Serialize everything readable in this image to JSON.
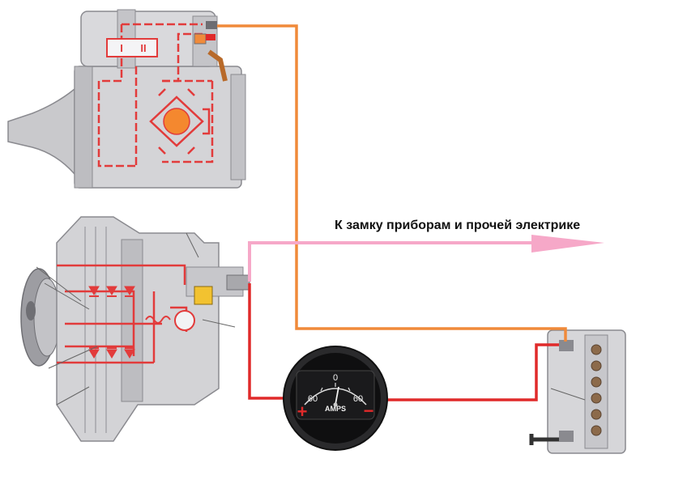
{
  "caption": "К замку приборам и прочей электрике",
  "gauge": {
    "zero_label": "0",
    "left_label": "60",
    "right_label": "60",
    "unit_label": "AMPS",
    "plus_sign": "+",
    "minus_sign": "−"
  },
  "solenoid_marks": {
    "left": "I",
    "right": "II"
  },
  "colors": {
    "orange_wire": "#f08a3a",
    "pink_wire": "#f6a8c8",
    "red_wire": "#e02a2a",
    "circuit_red": "#e23b3b",
    "metal_light": "#d6d6d8",
    "metal_mid": "#b9b9bd",
    "metal_dark": "#7b7b80"
  }
}
